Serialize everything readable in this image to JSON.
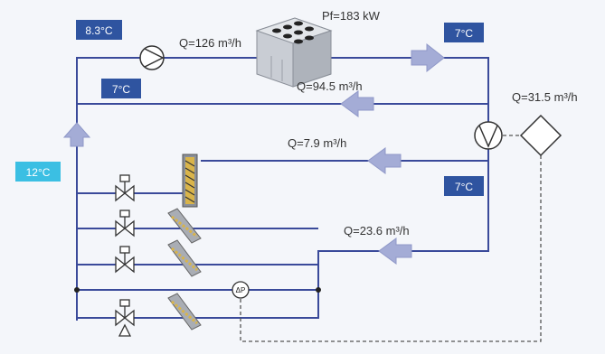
{
  "colors": {
    "pipe": "#3a4a9a",
    "badge_dark": "#2f54a0",
    "badge_light": "#3bbfe3",
    "arrow_fill": "#a4acd6",
    "arrow_stroke": "#8f98c8",
    "signal_dash": "#555555",
    "valve": "#333333"
  },
  "labels": {
    "chiller_power": "Pf=183 kW",
    "flow_main": "Q=126 m³/h",
    "flow_return": "Q=94.5 m³/h",
    "flow_pump": "Q=31.5 m³/h",
    "flow_branch_upper": "Q=7.9 m³/h",
    "flow_branch_lower": "Q=23.6 m³/h",
    "dp_sensor": "ΔP"
  },
  "temperatures": {
    "supply_hot": "8.3°C",
    "chiller_out": "7°C",
    "bypass": "7°C",
    "branch": "7°C",
    "return": "12°C"
  },
  "icons": {
    "chiller": "chiller-unit-icon",
    "main_pump": "pump-icon",
    "secondary_pump": "pump-icon",
    "controller": "controller-diamond-icon",
    "valves": "three-way-valve-icon",
    "coils": "coil-unit-icon",
    "arrows": "flow-arrow-icon"
  }
}
